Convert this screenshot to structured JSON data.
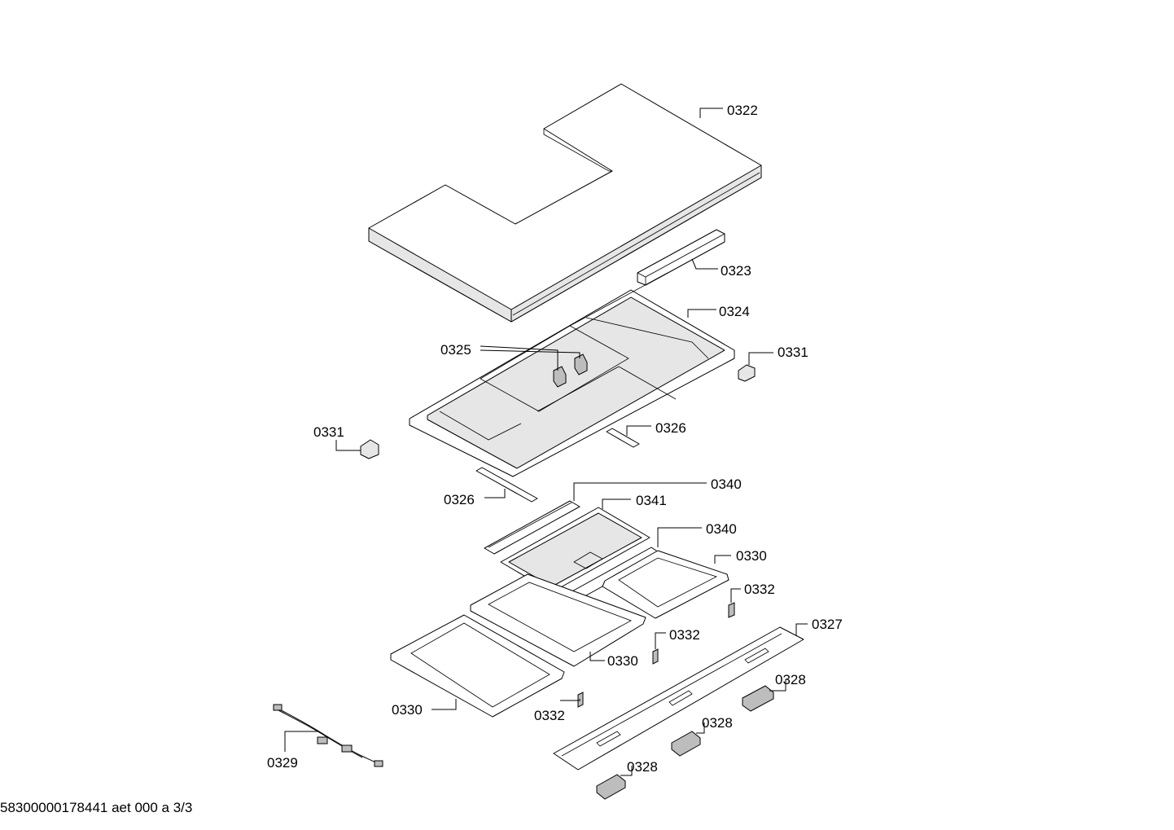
{
  "labels": {
    "p0322": "0322",
    "p0323": "0323",
    "p0324": "0324",
    "p0325": "0325",
    "p0331_right": "0331",
    "p0331_left": "0331",
    "p0326_right": "0326",
    "p0326_left": "0326",
    "p0340_top": "0340",
    "p0341": "0341",
    "p0340_mid": "0340",
    "p0330_right": "0330",
    "p0332_right": "0332",
    "p0327": "0327",
    "p0332_mid": "0332",
    "p0330_mid": "0330",
    "p0328_right": "0328",
    "p0330_left": "0330",
    "p0332_left": "0332",
    "p0328_mid": "0328",
    "p0329": "0329",
    "p0328_left": "0328"
  },
  "footer": "58300000178441 aet 000 a 3/3"
}
